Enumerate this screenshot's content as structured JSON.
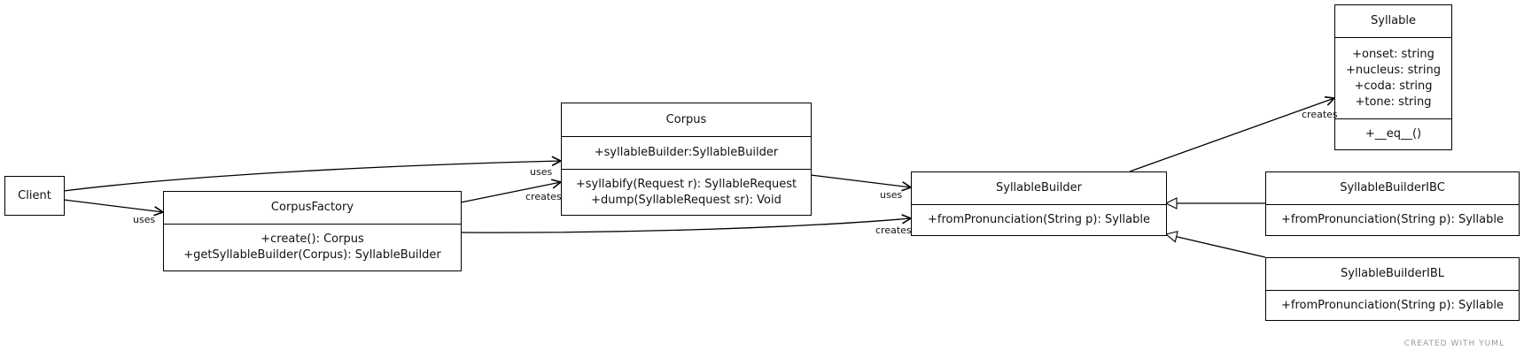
{
  "classes": {
    "client": {
      "name": "Client"
    },
    "corpus_factory": {
      "name": "CorpusFactory",
      "methods": [
        "+create(): Corpus",
        "+getSyllableBuilder(Corpus): SyllableBuilder"
      ]
    },
    "corpus": {
      "name": "Corpus",
      "attributes": [
        "+syllableBuilder:SyllableBuilder"
      ],
      "methods": [
        "+syllabify(Request r): SyllableRequest",
        "+dump(SyllableRequest sr): Void"
      ]
    },
    "syllable_builder": {
      "name": "SyllableBuilder",
      "methods": [
        "+fromPronunciation(String p): Syllable"
      ]
    },
    "syllable": {
      "name": "Syllable",
      "attributes": [
        "+onset: string",
        "+nucleus: string",
        "+coda: string",
        "+tone: string"
      ],
      "methods": [
        "+__eq__()"
      ]
    },
    "syllable_builder_ibc": {
      "name": "SyllableBuilderIBC",
      "methods": [
        "+fromPronunciation(String p): Syllable"
      ]
    },
    "syllable_builder_ibl": {
      "name": "SyllableBuilderIBL",
      "methods": [
        "+fromPronunciation(String p): Syllable"
      ]
    }
  },
  "edge_labels": {
    "client_uses_factory": "uses",
    "client_uses_corpus": "uses",
    "factory_creates_corpus": "creates",
    "factory_creates_builder": "creates",
    "corpus_uses_builder": "uses",
    "builder_creates_syllable": "creates"
  },
  "credit": "CREATED WITH YUML"
}
